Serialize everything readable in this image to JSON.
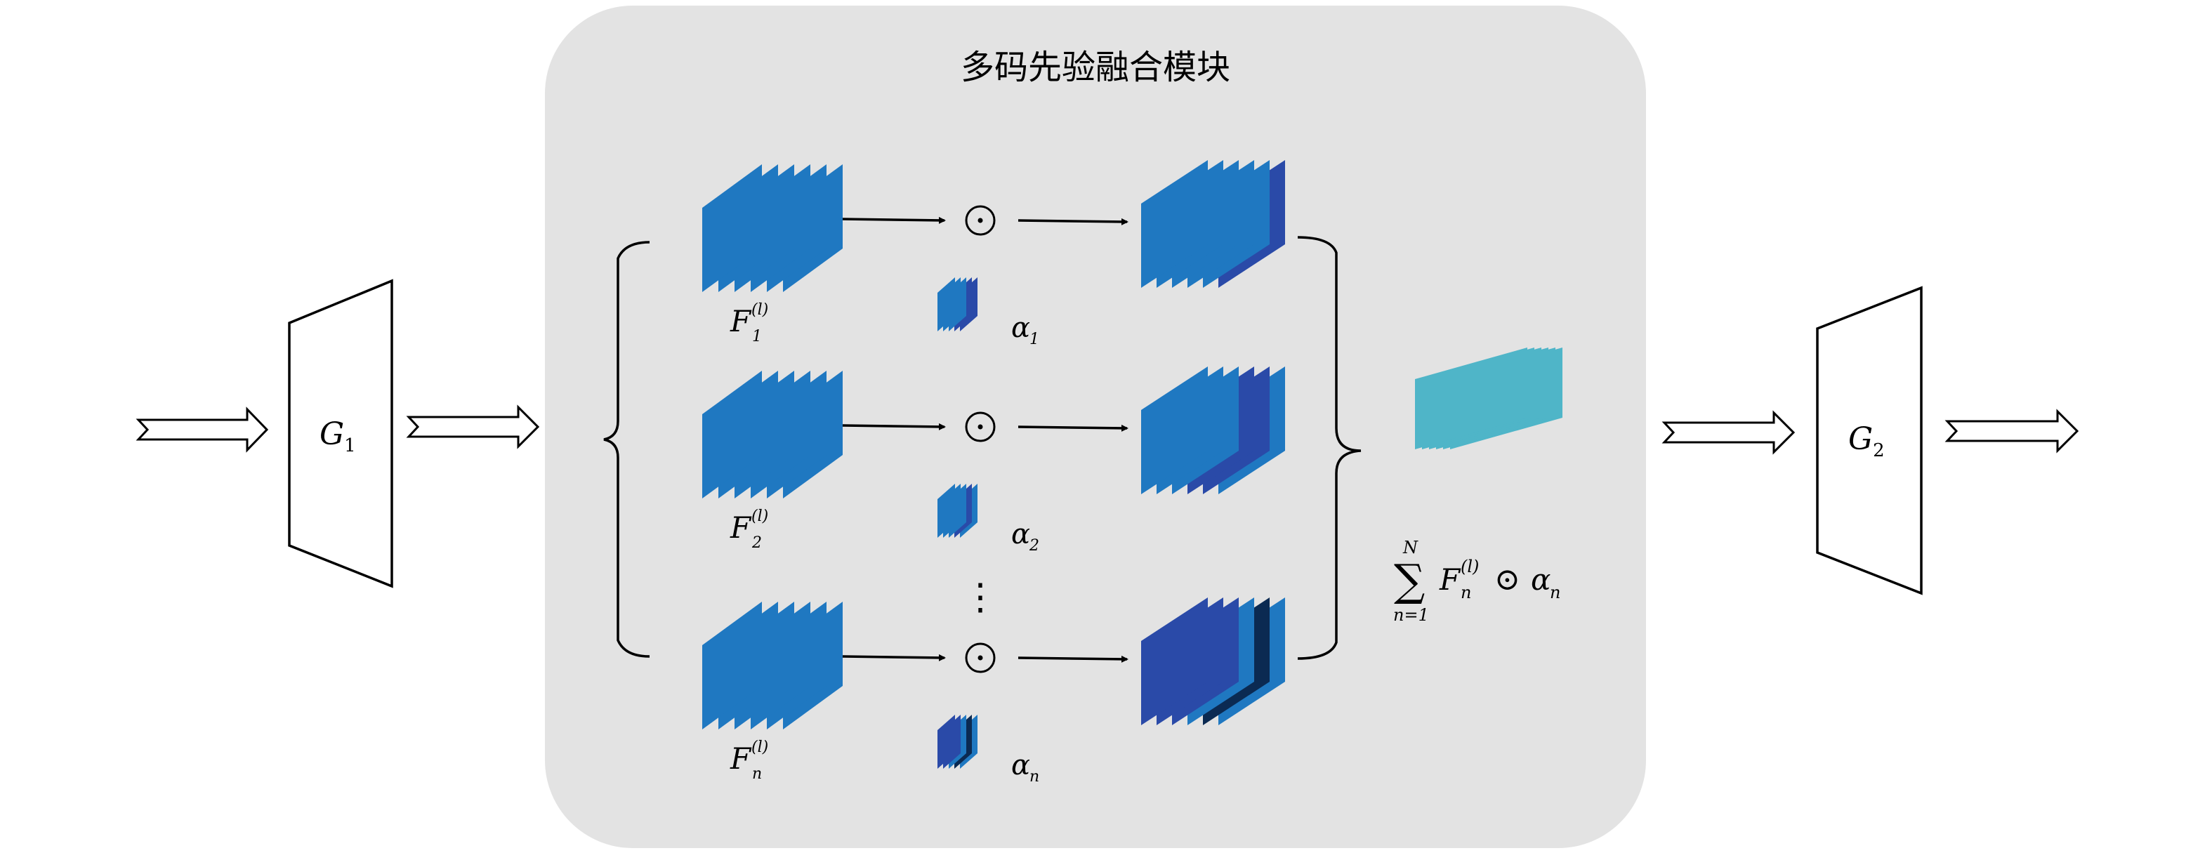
{
  "diagram": {
    "module_title": "多码先验融合模块",
    "generator_1": {
      "symbol": "G",
      "subscript": "1"
    },
    "generator_2": {
      "symbol": "G",
      "subscript": "2"
    },
    "rows": [
      {
        "feature_symbol": "F",
        "feature_subscript": "1",
        "feature_superscript": "(l)",
        "weight_symbol": "α",
        "weight_subscript": "1",
        "operator": "⊙"
      },
      {
        "feature_symbol": "F",
        "feature_subscript": "2",
        "feature_superscript": "(l)",
        "weight_symbol": "α",
        "weight_subscript": "2",
        "operator": "⊙"
      },
      {
        "feature_symbol": "F",
        "feature_subscript": "n",
        "feature_superscript": "(l)",
        "weight_symbol": "α",
        "weight_subscript": "n",
        "operator": "⊙"
      }
    ],
    "ellipsis": "⋮",
    "fusion_formula": {
      "sum_symbol": "∑",
      "upper_limit": "N",
      "lower_limit": "n=1",
      "feature_symbol": "F",
      "feature_subscript": "n",
      "feature_superscript": "(l)",
      "operator": "⊙",
      "weight_symbol": "α",
      "weight_subscript": "n"
    },
    "colors": {
      "module_background": "#e3e3e3",
      "feature_blue": "#1f78c1",
      "feature_dark_blue": "#2a4aa8",
      "feature_navy": "#0b2a52",
      "fused_cyan": "#4fb5c8",
      "stroke": "#000000"
    }
  }
}
